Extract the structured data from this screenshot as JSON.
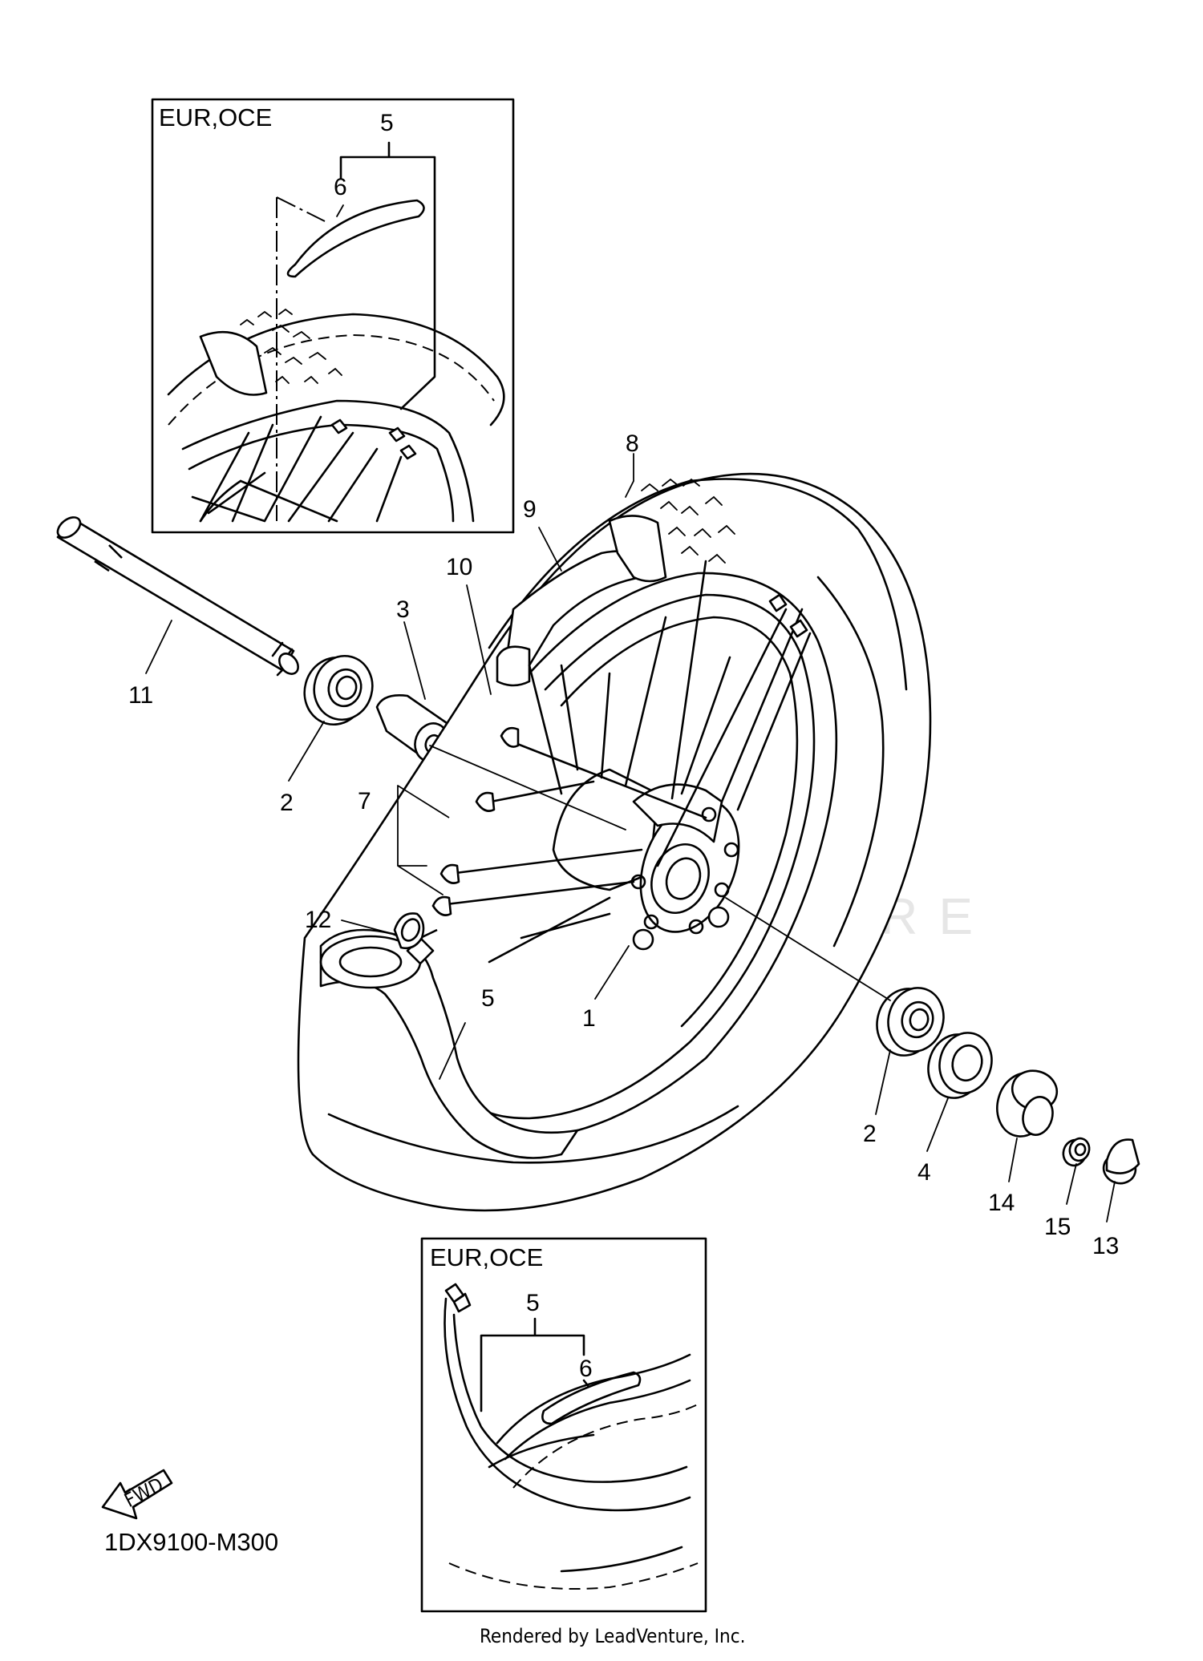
{
  "diagram": {
    "diagram_code": "1DX9100-M300",
    "footer": "Rendered by LeadVenture, Inc.",
    "watermark": "LEADVENTURE",
    "fwd_label": "FWD",
    "insets": [
      {
        "region": "EUR,OCE",
        "labels": [
          "5",
          "6"
        ]
      },
      {
        "region": "EUR,OCE",
        "labels": [
          "5",
          "6"
        ]
      }
    ],
    "callouts": [
      "1",
      "2",
      "2",
      "3",
      "4",
      "5",
      "7",
      "8",
      "9",
      "10",
      "11",
      "12",
      "13",
      "14",
      "15"
    ]
  }
}
